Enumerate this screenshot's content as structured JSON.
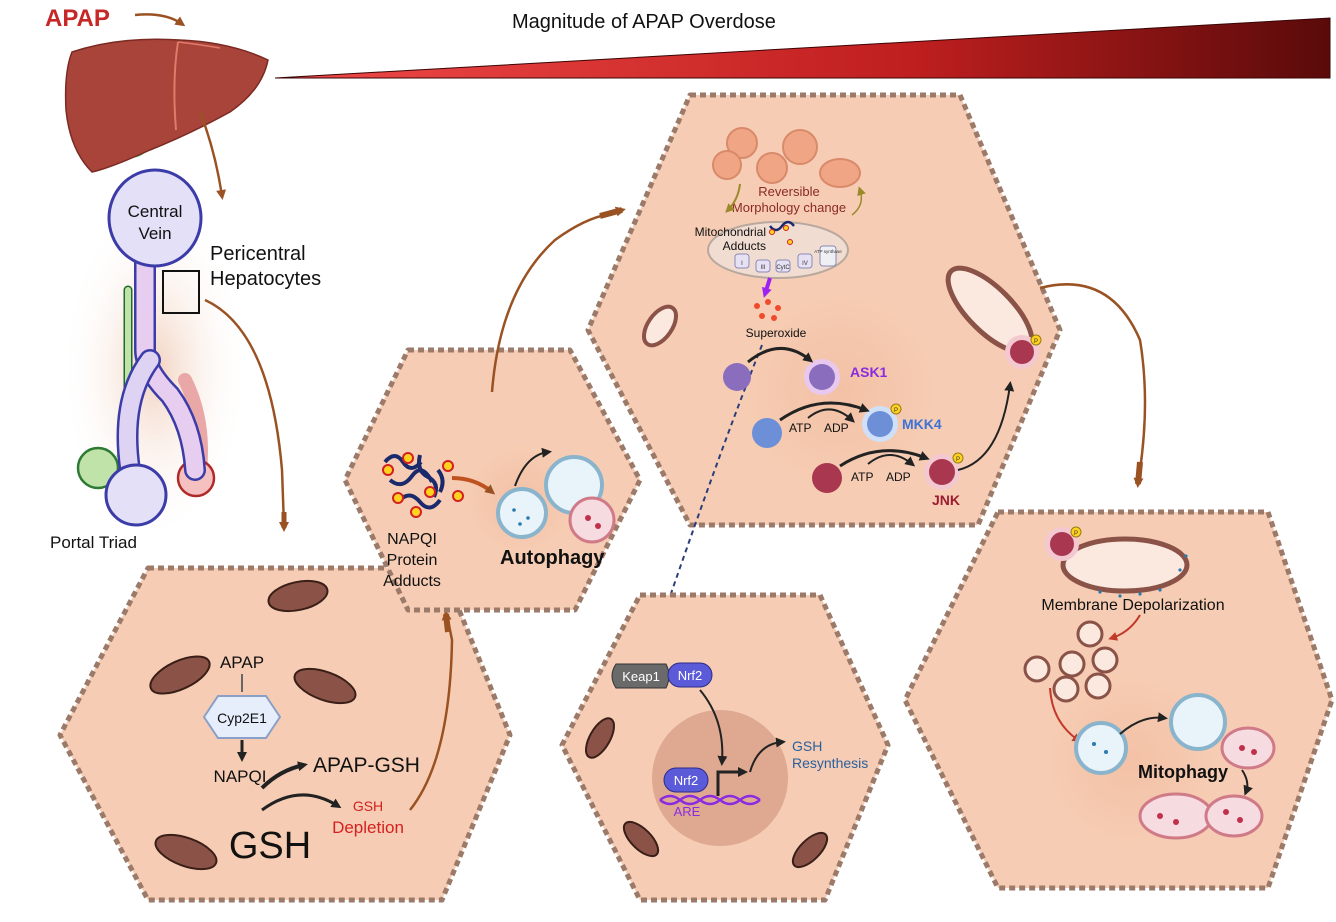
{
  "header": {
    "drug": "APAP",
    "gradient_title": "Magnitude of APAP Overdose"
  },
  "liver_lobule": {
    "central_vein_line1": "Central",
    "central_vein_line2": "Vein",
    "pericentral_line1": "Pericentral",
    "pericentral_line2": "Hepatocytes",
    "portal_triad": "Portal Triad"
  },
  "cell_metabolism": {
    "apap": "APAP",
    "enzyme": "Cyp2E1",
    "napqi": "NAPQI",
    "conjugate": "APAP-GSH",
    "gsh": "GSH",
    "gsh_small": "GSH",
    "depletion": "Depletion"
  },
  "cell_autophagy": {
    "adducts_line1": "NAPQI",
    "adducts_line2": "Protein",
    "adducts_line3": "Adducts",
    "process": "Autophagy"
  },
  "cell_mitochondria": {
    "reversible_line1": "Reversible",
    "reversible_line2": "Morphology change",
    "mito_adducts_line1": "Mitochondrial",
    "mito_adducts_line2": "Adducts",
    "superoxide": "Superoxide",
    "ask1": "ASK1",
    "mkk4": "MKK4",
    "jnk": "JNK",
    "atp1": "ATP",
    "adp1": "ADP",
    "atp2": "ATP",
    "adp2": "ADP",
    "phospho": "P",
    "complex_labels": [
      "I",
      "III",
      "CytC",
      "IV"
    ],
    "atp_synthase": "ATP synthase"
  },
  "cell_nrf2": {
    "keap1": "Keap1",
    "nrf2": "Nrf2",
    "nrf2_nuclear": "Nrf2",
    "are": "ARE",
    "gsh_line1": "GSH",
    "gsh_line2": "Resynthesis"
  },
  "cell_mitophagy": {
    "depolarization": "Membrane Depolarization",
    "process": "Mitophagy"
  },
  "colors": {
    "cell_fill": "#f6cdb4",
    "cell_stroke": "#9c7a6a",
    "mito_brown": "#8b5347",
    "arrow_brown": "#9a5223",
    "apap_red": "#c62828",
    "ask1_purple": "#8a2be2",
    "mkk4_blue": "#3b73d6",
    "jnk_red": "#9b1b30",
    "nrf2_blue": "#5b5ad8",
    "gsh_blue": "#2a5f9e"
  }
}
